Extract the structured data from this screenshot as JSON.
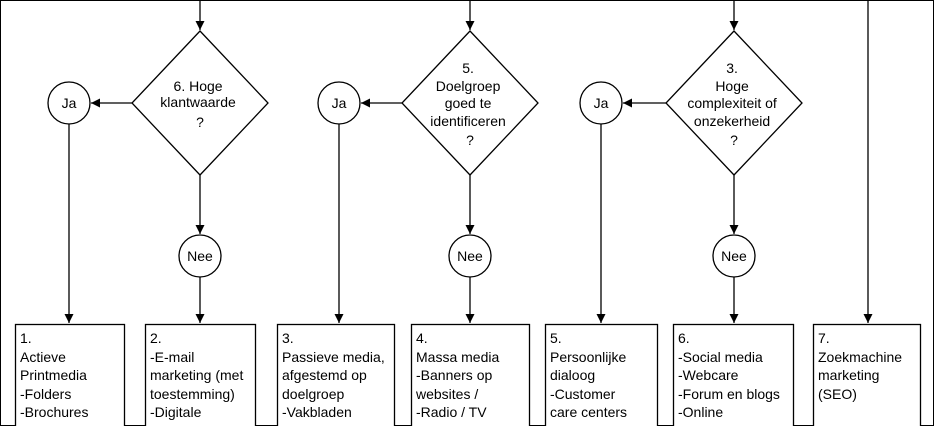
{
  "decisions": [
    {
      "lines": [
        "6. Hoge",
        "klantwaarde",
        "?"
      ]
    },
    {
      "lines": [
        "5.",
        "Doelgroep",
        "goed te",
        "identificeren",
        "?"
      ]
    },
    {
      "lines": [
        "3.",
        "Hoge",
        "complexiteit of",
        "onzekerheid",
        "?"
      ]
    }
  ],
  "yes_label": "Ja",
  "no_label": "Nee",
  "boxes": [
    {
      "lines": [
        "1.",
        "Actieve",
        "Printmedia",
        "-Folders",
        "-Brochures"
      ]
    },
    {
      "lines": [
        "2.",
        "-E-mail",
        "marketing (met",
        "toestemming)",
        "-Digitale"
      ]
    },
    {
      "lines": [
        "3.",
        "Passieve media,",
        "afgestemd op",
        "doelgroep",
        "-Vakbladen"
      ]
    },
    {
      "lines": [
        "4.",
        "Massa media",
        "-Banners op",
        "websites /",
        "-Radio / TV"
      ]
    },
    {
      "lines": [
        "5.",
        "Persoonlijke",
        "dialoog",
        "-Customer",
        "care centers"
      ]
    },
    {
      "lines": [
        "6.",
        "-Social media",
        "-Webcare",
        "-Forum en blogs",
        "-Online"
      ]
    },
    {
      "lines": [
        "7.",
        "Zoekmachine",
        "marketing",
        "(SEO)"
      ]
    }
  ],
  "colors": {
    "stroke": "#000000",
    "fill": "#ffffff",
    "text": "#000000"
  }
}
